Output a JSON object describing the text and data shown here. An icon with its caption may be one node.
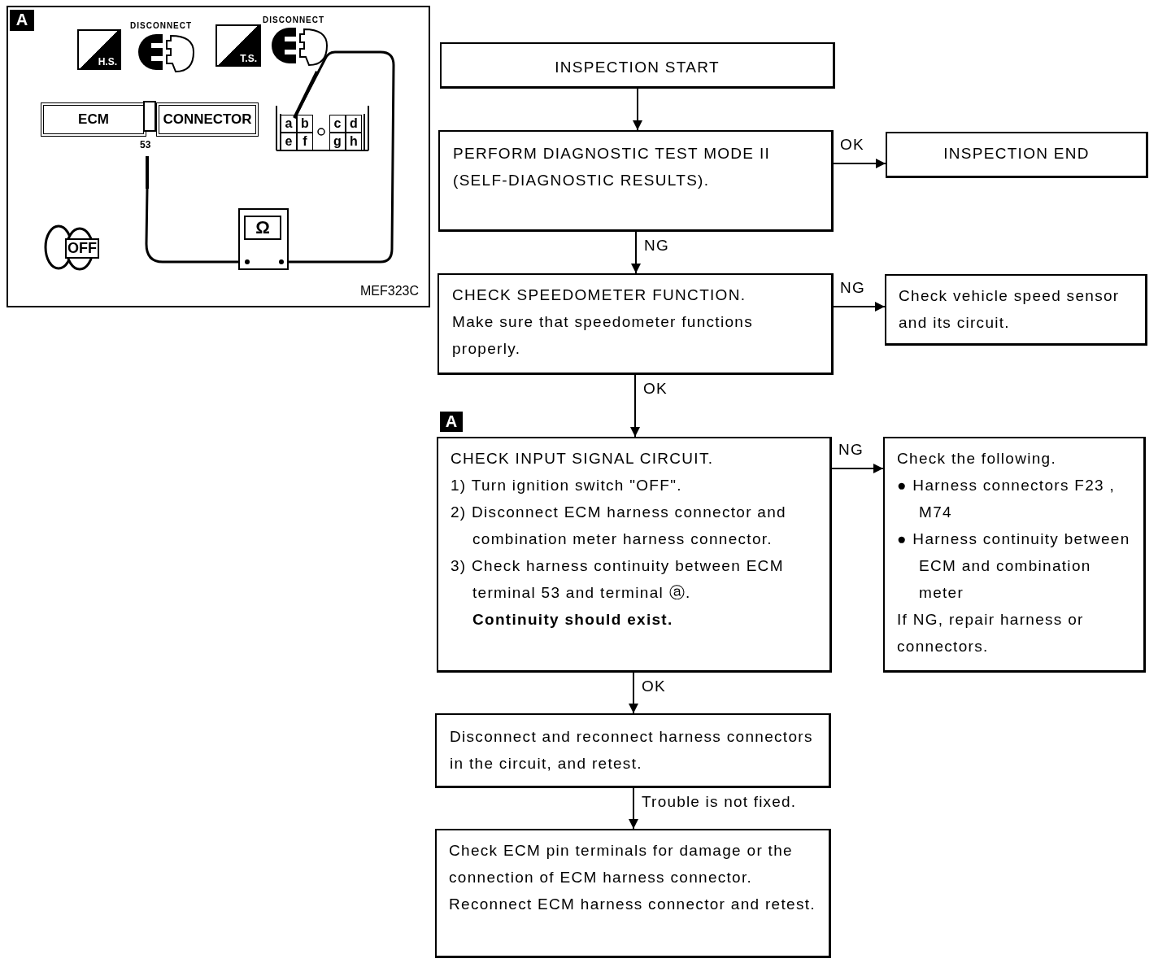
{
  "diagram": {
    "nodes": [
      {
        "text": [
          "INSPECTION START"
        ]
      },
      {
        "text": [
          "PERFORM DIAGNOSTIC TEST MODE II (SELF-DIAGNOSTIC RESULTS)."
        ]
      },
      {
        "text": [
          "INSPECTION END"
        ]
      },
      {
        "text": [
          "CHECK SPEEDOMETER FUNCTION.",
          "Make sure that speedometer functions properly."
        ]
      },
      {
        "text": [
          "Check vehicle speed sensor and its circuit."
        ]
      },
      {
        "text": [
          "CHECK INPUT SIGNAL CIRCUIT.",
          "1) Turn ignition switch \"OFF\".",
          "2) Disconnect ECM harness connector and combination meter harness connector.",
          "3) Check harness continuity between ECM terminal 53 and terminal ⓐ.",
          "Continuity should exist."
        ],
        "beside": [
          "A"
        ]
      },
      {
        "text": [
          "Check the following.",
          "● Harness connectors F23 , M74",
          "● Harness continuity between ECM and combination meter",
          "If NG, repair harness or connectors."
        ]
      },
      {
        "text": [
          "Disconnect and reconnect harness connectors in the circuit, and retest."
        ]
      },
      {
        "text": [
          "Check ECM pin terminals for damage or the connection of ECM harness connector. Reconnect ECM harness connector and retest."
        ]
      }
    ],
    "edges": [
      {
        "from": 0,
        "to": 1,
        "arrow": "to"
      },
      {
        "from": 1,
        "to": 2,
        "arrow": "to",
        "label": "OK"
      },
      {
        "from": 1,
        "to": 3,
        "arrow": "to",
        "label": "NG"
      },
      {
        "from": 3,
        "to": 4,
        "arrow": "to",
        "label": "NG"
      },
      {
        "from": 3,
        "to": 5,
        "arrow": "to",
        "label": "OK"
      },
      {
        "from": 5,
        "to": 6,
        "arrow": "to",
        "label": "NG"
      },
      {
        "from": 5,
        "to": 7,
        "arrow": "to",
        "label": "OK"
      },
      {
        "from": 7,
        "to": 8,
        "arrow": "to",
        "label": "Trouble is not fixed."
      }
    ],
    "labels": [
      "A",
      "H.S.",
      "DISCONNECT",
      "T.S.",
      "DISCONNECT",
      "ECM",
      "CONNECTOR",
      "53",
      "a",
      "b",
      "c",
      "d",
      "e",
      "f",
      "g",
      "h",
      "Ω",
      "OFF",
      "MEF323C"
    ]
  }
}
